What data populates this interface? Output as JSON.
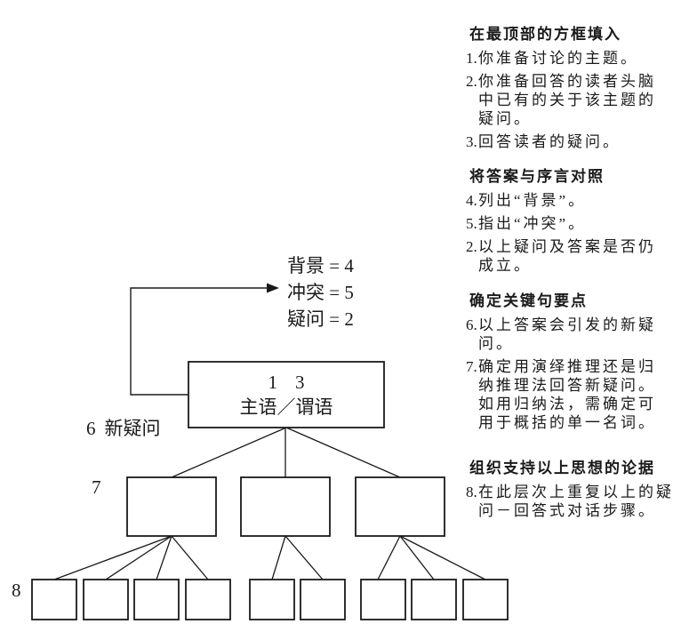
{
  "figure": {
    "background": "#ffffff",
    "ink": "#1a1a1a"
  },
  "diagram": {
    "preface_labels": [
      "背景 = 4",
      "冲突 = 5",
      "疑问 = 2"
    ],
    "top_box": {
      "numbers": [
        "1",
        "3"
      ],
      "label": "主语／谓语"
    },
    "new_question": {
      "number": "6",
      "label": "新疑问"
    },
    "key_line_number": "7",
    "support_number": "8"
  },
  "instructions": {
    "sections": [
      {
        "heading": "在最顶部的方框填入",
        "items": [
          {
            "num": "1.",
            "text": "你准备讨论的主题。"
          },
          {
            "num": "2.",
            "text": "你准备回答的读者头脑\n中已有的关于该主题的\n疑问。"
          },
          {
            "num": "3.",
            "text": "回答读者的疑问。"
          }
        ]
      },
      {
        "heading": "将答案与序言对照",
        "items": [
          {
            "num": "4.",
            "text": "列出“背景”。"
          },
          {
            "num": "5.",
            "text": "指出“冲突”。"
          },
          {
            "num": "2.",
            "text": "以上疑问及答案是否仍\n成立。"
          }
        ]
      },
      {
        "heading": "确定关键句要点",
        "items": [
          {
            "num": "6.",
            "text": "以上答案会引发的新疑\n问。"
          },
          {
            "num": "7.",
            "text": "确定用演绎推理还是归\n纳推理法回答新疑问。\n如用归纳法，需确定可\n用于概括的单一名词。"
          }
        ]
      },
      {
        "heading": "组织支持以上思想的论据",
        "items": [
          {
            "num": "8.",
            "text": "在此层次上重复以上的疑\n问－回答式对话步骤。"
          }
        ]
      }
    ]
  }
}
